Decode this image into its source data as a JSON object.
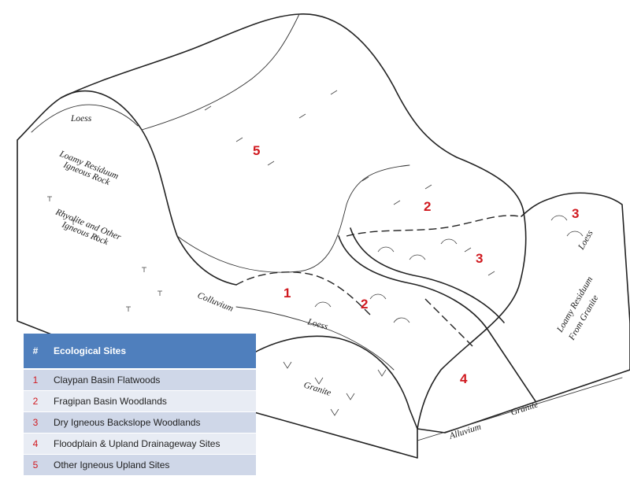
{
  "labels": {
    "loess_top": "Loess",
    "loamy_residuum_igneous_line1": "Loamy Residuum",
    "loamy_residuum_igneous_line2": "Igneous Rock",
    "rhyolite_line1": "Rhyolite and Other",
    "rhyolite_line2": "Igneous Rock",
    "colluvium": "Colluvium",
    "loess_middle": "Loess",
    "granite_front": "Granite",
    "alluvium": "Alluvium",
    "granite_right": "Granite",
    "loess_right": "Loess",
    "loamy_residuum_granite_line1": "Loamy Residuum",
    "loamy_residuum_granite_line2": "From Granite"
  },
  "site_markers": [
    {
      "id": "1"
    },
    {
      "id": "2"
    },
    {
      "id": "2"
    },
    {
      "id": "3"
    },
    {
      "id": "3"
    },
    {
      "id": "4"
    },
    {
      "id": "5"
    }
  ],
  "legend": {
    "header_num": "#",
    "header_title": "Ecological Sites",
    "rows": [
      {
        "num": "1",
        "name": "Claypan Basin Flatwoods"
      },
      {
        "num": "2",
        "name": "Fragipan Basin Woodlands"
      },
      {
        "num": "3",
        "name": "Dry Igneous Backslope Woodlands"
      },
      {
        "num": "4",
        "name": "Floodplain & Upland Drainageway Sites"
      },
      {
        "num": "5",
        "name": "Other Igneous Upland Sites"
      }
    ]
  },
  "colors": {
    "site_number": "#d0191f",
    "legend_header": "#4f7fbd",
    "legend_row_odd": "#cfd7e8",
    "legend_row_even": "#e8ecf4"
  }
}
